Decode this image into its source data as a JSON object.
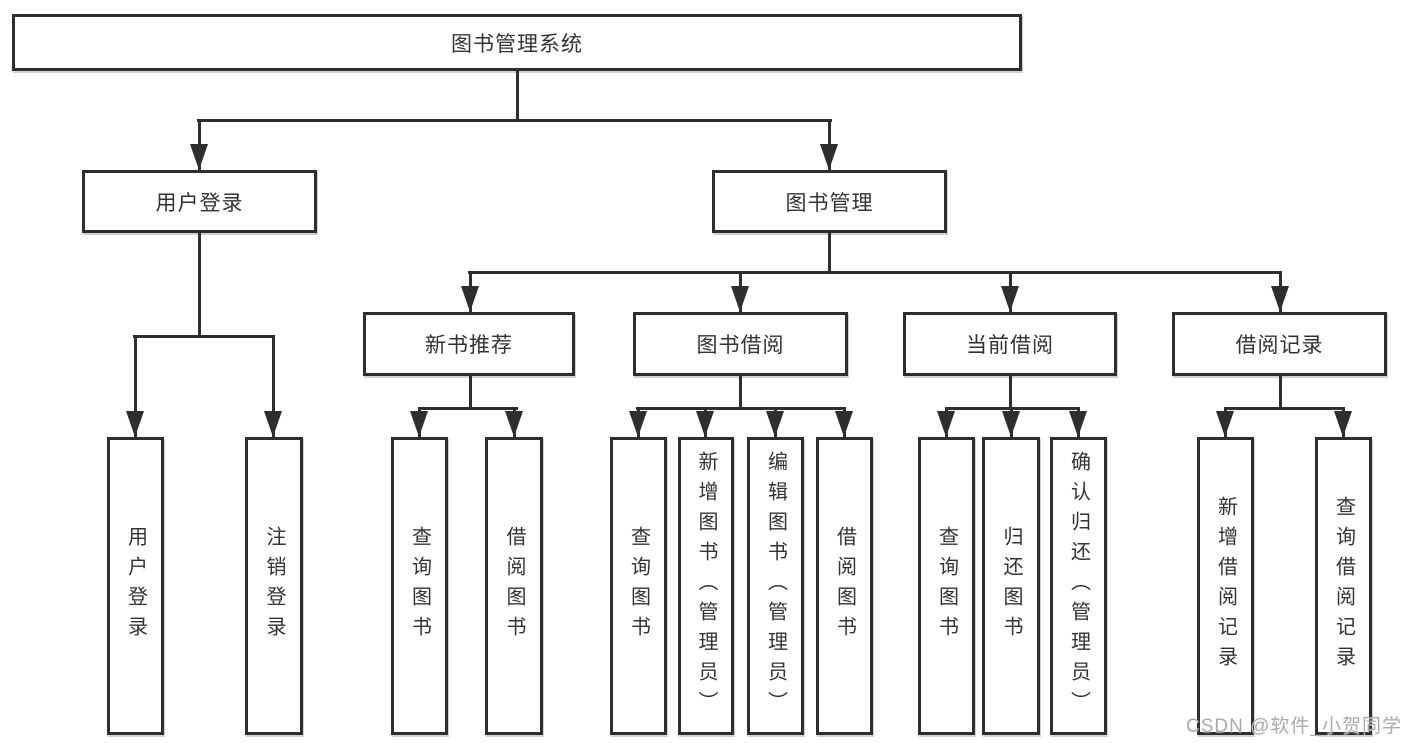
{
  "diagram": {
    "type": "hierarchy-tree",
    "root": {
      "label": "图书管理系统"
    },
    "level2": [
      {
        "label": "用户登录",
        "parent": "图书管理系统"
      },
      {
        "label": "图书管理",
        "parent": "图书管理系统"
      }
    ],
    "level3": [
      {
        "label": "新书推荐",
        "parent": "图书管理"
      },
      {
        "label": "图书借阅",
        "parent": "图书管理"
      },
      {
        "label": "当前借阅",
        "parent": "图书管理"
      },
      {
        "label": "借阅记录",
        "parent": "图书管理"
      }
    ],
    "leaves": [
      {
        "label": "用户登录",
        "parent": "用户登录"
      },
      {
        "label": "注销登录",
        "parent": "用户登录"
      },
      {
        "label": "查询图书",
        "parent": "新书推荐"
      },
      {
        "label": "借阅图书",
        "parent": "新书推荐"
      },
      {
        "label": "查询图书",
        "parent": "图书借阅"
      },
      {
        "label": "新增图书（管理员）",
        "parent": "图书借阅"
      },
      {
        "label": "编辑图书（管理员）",
        "parent": "图书借阅"
      },
      {
        "label": "借阅图书",
        "parent": "图书借阅"
      },
      {
        "label": "查询图书",
        "parent": "当前借阅"
      },
      {
        "label": "归还图书",
        "parent": "当前借阅"
      },
      {
        "label": "确认归还（管理员）",
        "parent": "当前借阅"
      },
      {
        "label": "新增借阅记录",
        "parent": "借阅记录"
      },
      {
        "label": "查询借阅记录",
        "parent": "借阅记录"
      }
    ],
    "watermark": "CSDN @软件_小贺同学",
    "colors": {
      "line": "#2e2e2e",
      "text": "#333333",
      "box_fill": "#ffffff",
      "background": "#ffffff",
      "watermark": "#ababab"
    }
  }
}
